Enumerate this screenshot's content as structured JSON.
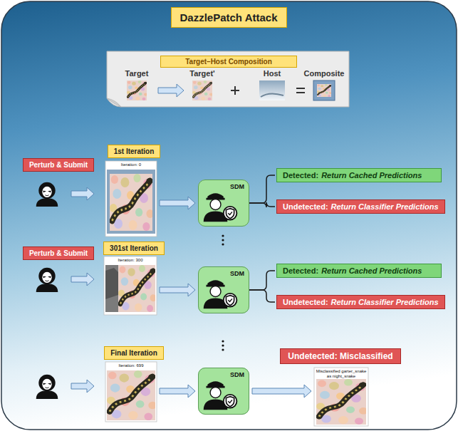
{
  "diagram": {
    "nodes": [
      {
        "text": [
          "DazzlePatch Attack"
        ]
      },
      {
        "text": [
          "Target–Host Composition"
        ]
      },
      {
        "text": [
          "Perturb & Submit"
        ]
      },
      {
        "text": [
          "1st Iteration"
        ]
      },
      {
        "text": [
          "Iteration: 0"
        ]
      },
      {
        "text": [
          "SDM"
        ]
      },
      {
        "text": [
          "Detected:",
          "Return Cached Predictions"
        ]
      },
      {
        "text": [
          "Undetected:",
          "Return Classifier Predictions"
        ]
      },
      {
        "text": [
          "Perturb & Submit"
        ]
      },
      {
        "text": [
          "301st Iteration"
        ]
      },
      {
        "text": [
          "Iteration: 300"
        ]
      },
      {
        "text": [
          "SDM"
        ]
      },
      {
        "text": [
          "Detected:",
          "Return Cached Predictions"
        ]
      },
      {
        "text": [
          "Undetected:",
          "Return Classifier Predictions"
        ]
      },
      {
        "text": [
          "Final Iteration"
        ]
      },
      {
        "text": [
          "Iteration: 699"
        ]
      },
      {
        "text": [
          "SDM"
        ]
      },
      {
        "text": [
          "Undetected: Misclassified"
        ]
      },
      {
        "text": [
          "Misclassified garter_snake as night_snake"
        ]
      }
    ],
    "edges": [
      {
        "from": 4,
        "to": 5,
        "arrow": "to"
      },
      {
        "from": 5,
        "to": 6,
        "arrow": "none"
      },
      {
        "from": 5,
        "to": 7,
        "arrow": "none"
      },
      {
        "from": 10,
        "to": 11,
        "arrow": "to"
      },
      {
        "from": 11,
        "to": 12,
        "arrow": "none"
      },
      {
        "from": 11,
        "to": 13,
        "arrow": "none"
      },
      {
        "from": 15,
        "to": 16,
        "arrow": "to"
      },
      {
        "from": 16,
        "to": 18,
        "arrow": "to"
      }
    ],
    "labels": [
      "Target",
      "Target'",
      "Host",
      "Composite"
    ]
  }
}
